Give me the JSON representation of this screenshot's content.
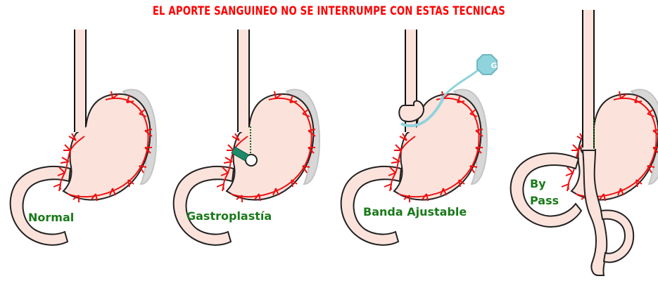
{
  "title": "EL APORTE SANGUINEO NO SE INTERRUMPE CON ESTAS TECNICAS",
  "panels": [
    {
      "label": "Normal"
    },
    {
      "label": "Gastroplastía"
    },
    {
      "label": "Banda Ajustable"
    },
    {
      "label_line1": "By",
      "label_line2": "Pass"
    }
  ],
  "band_port_letter": "G",
  "colors": {
    "title": "#ff0000",
    "label": "#1a7a1a",
    "stomach_fill": "#fbe3dc",
    "vessel": "#ee1111",
    "spleen": "#d0d0d0",
    "band": "#8fd3dc"
  }
}
